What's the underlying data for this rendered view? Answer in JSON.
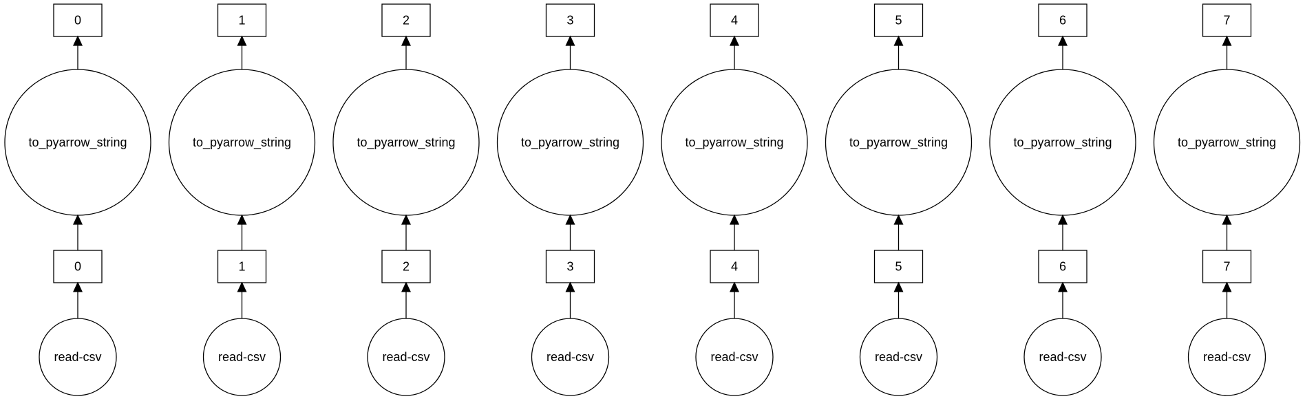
{
  "graph": {
    "columns": [
      {
        "output": "0",
        "operation": "to_pyarrow_string",
        "input": "0",
        "source": "read-csv"
      },
      {
        "output": "1",
        "operation": "to_pyarrow_string",
        "input": "1",
        "source": "read-csv"
      },
      {
        "output": "2",
        "operation": "to_pyarrow_string",
        "input": "2",
        "source": "read-csv"
      },
      {
        "output": "3",
        "operation": "to_pyarrow_string",
        "input": "3",
        "source": "read-csv"
      },
      {
        "output": "4",
        "operation": "to_pyarrow_string",
        "input": "4",
        "source": "read-csv"
      },
      {
        "output": "5",
        "operation": "to_pyarrow_string",
        "input": "5",
        "source": "read-csv"
      },
      {
        "output": "6",
        "operation": "to_pyarrow_string",
        "input": "6",
        "source": "read-csv"
      },
      {
        "output": "7",
        "operation": "to_pyarrow_string",
        "input": "7",
        "source": "read-csv"
      }
    ]
  }
}
